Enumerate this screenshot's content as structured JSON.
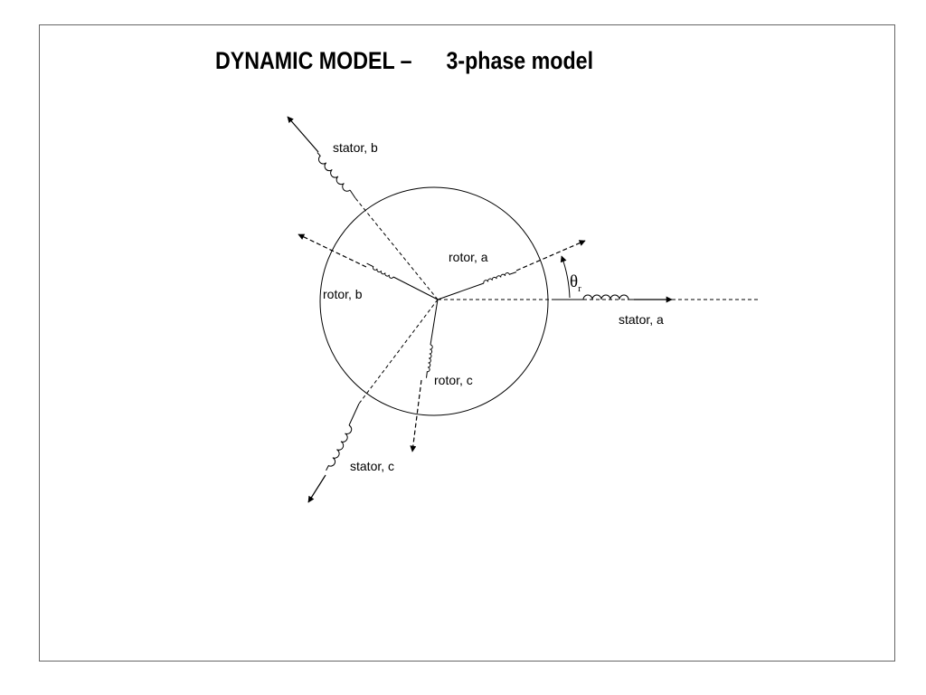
{
  "slide": {
    "title_main": "DYNAMIC MODEL –",
    "title_sub": "3-phase model"
  },
  "diagram": {
    "labels": {
      "stator_a": "stator, a",
      "stator_b": "stator, b",
      "stator_c": "stator, c",
      "rotor_a": "rotor, a",
      "rotor_b": "rotor, b",
      "rotor_c": "rotor, c",
      "theta": "θ",
      "theta_sub": "r"
    }
  }
}
